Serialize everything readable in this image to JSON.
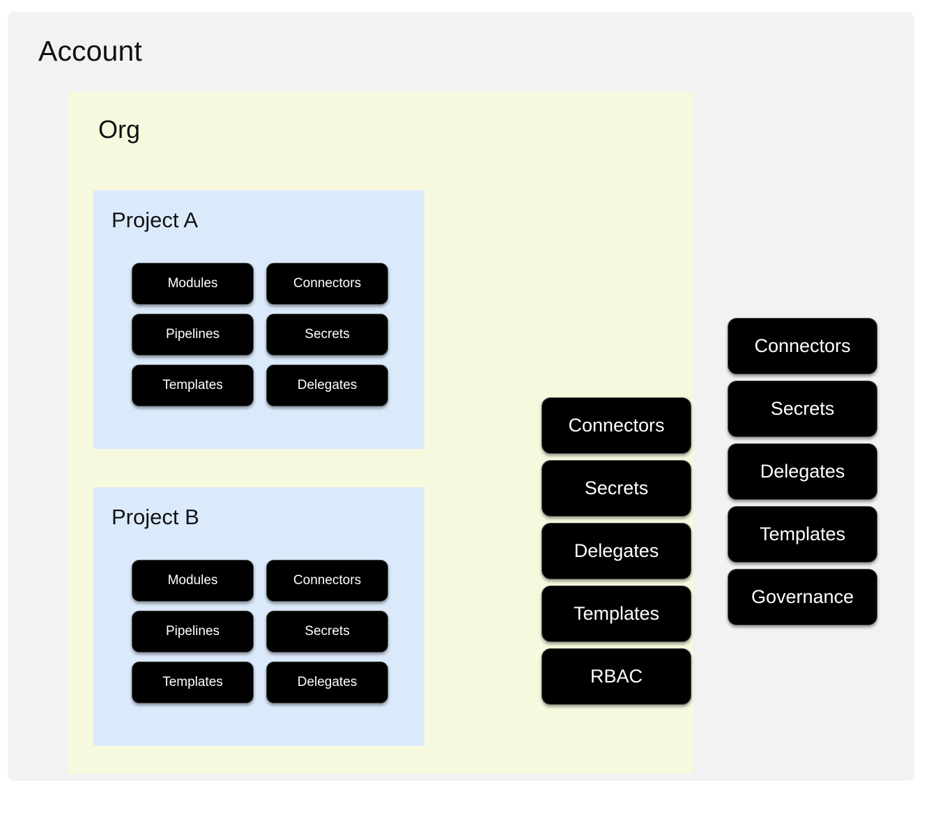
{
  "diagram": {
    "title": "Account",
    "type": "nested-scope-hierarchy",
    "colors": {
      "account_background": "#f2f2f2",
      "org_background": "#f7f9df",
      "project_background": "#dbeafb",
      "node_fill": "#000000",
      "node_text": "#ffffff",
      "page_background": "#ffffff"
    }
  },
  "account": {
    "label": "Account",
    "level_nodes": [
      {
        "label": "Connectors"
      },
      {
        "label": "Secrets"
      },
      {
        "label": "Delegates"
      },
      {
        "label": "Templates"
      },
      {
        "label": "Governance"
      }
    ]
  },
  "org": {
    "label": "Org",
    "level_nodes": [
      {
        "label": "Connectors"
      },
      {
        "label": "Secrets"
      },
      {
        "label": "Delegates"
      },
      {
        "label": "Templates"
      },
      {
        "label": "RBAC"
      }
    ]
  },
  "projects": [
    {
      "label": "Project A",
      "nodes": [
        {
          "label": "Modules"
        },
        {
          "label": "Connectors"
        },
        {
          "label": "Pipelines"
        },
        {
          "label": "Secrets"
        },
        {
          "label": "Templates"
        },
        {
          "label": "Delegates"
        }
      ]
    },
    {
      "label": "Project B",
      "nodes": [
        {
          "label": "Modules"
        },
        {
          "label": "Connectors"
        },
        {
          "label": "Pipelines"
        },
        {
          "label": "Secrets"
        },
        {
          "label": "Templates"
        },
        {
          "label": "Delegates"
        }
      ]
    }
  ]
}
